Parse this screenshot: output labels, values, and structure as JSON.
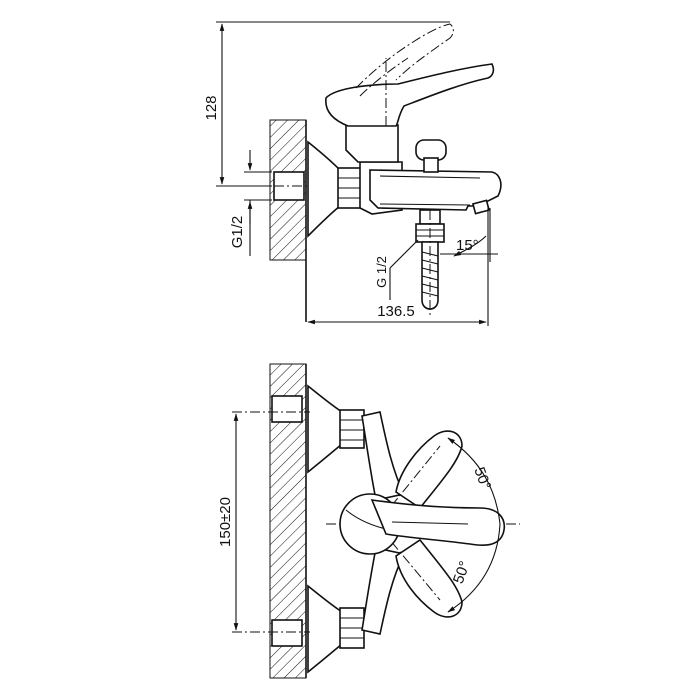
{
  "drawing": {
    "side_view": {
      "height_dim": "128",
      "inlet_thread": "G1/2",
      "outlet_thread": "G 1/2",
      "spout_angle": "15°",
      "depth_dim": "136.5"
    },
    "top_view": {
      "centre_distance": "150±20",
      "lever_angle_upper": "50°",
      "lever_angle_lower": "50°"
    }
  }
}
